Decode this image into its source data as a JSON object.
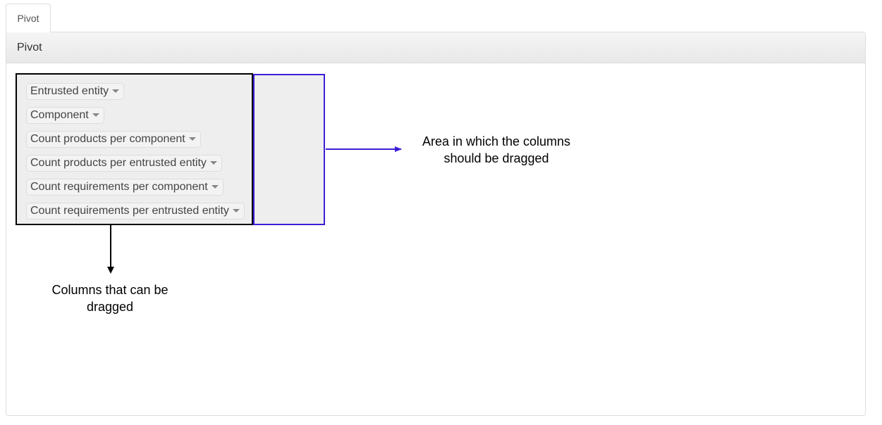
{
  "tabs": [
    {
      "label": "Pivot"
    }
  ],
  "panel": {
    "heading": "Pivot"
  },
  "attributes": [
    {
      "label": "Entrusted entity"
    },
    {
      "label": "Component"
    },
    {
      "label": "Count products per component"
    },
    {
      "label": "Count products per entrusted entity"
    },
    {
      "label": "Count requirements per component"
    },
    {
      "label": "Count requirements per entrusted entity"
    }
  ],
  "annotations": {
    "drop_area_line1": "Area in which the columns",
    "drop_area_line2": "should be dragged",
    "columns_line1": "Columns that can be",
    "columns_line2": "dragged"
  },
  "colors": {
    "attribute_box_border": "#000000",
    "drop_area_border": "#3b1fd6",
    "area_fill": "#eeeeee"
  },
  "icons": {
    "pill_dropdown": "caret-down-icon",
    "annotation_pointer": "arrow-icon"
  }
}
